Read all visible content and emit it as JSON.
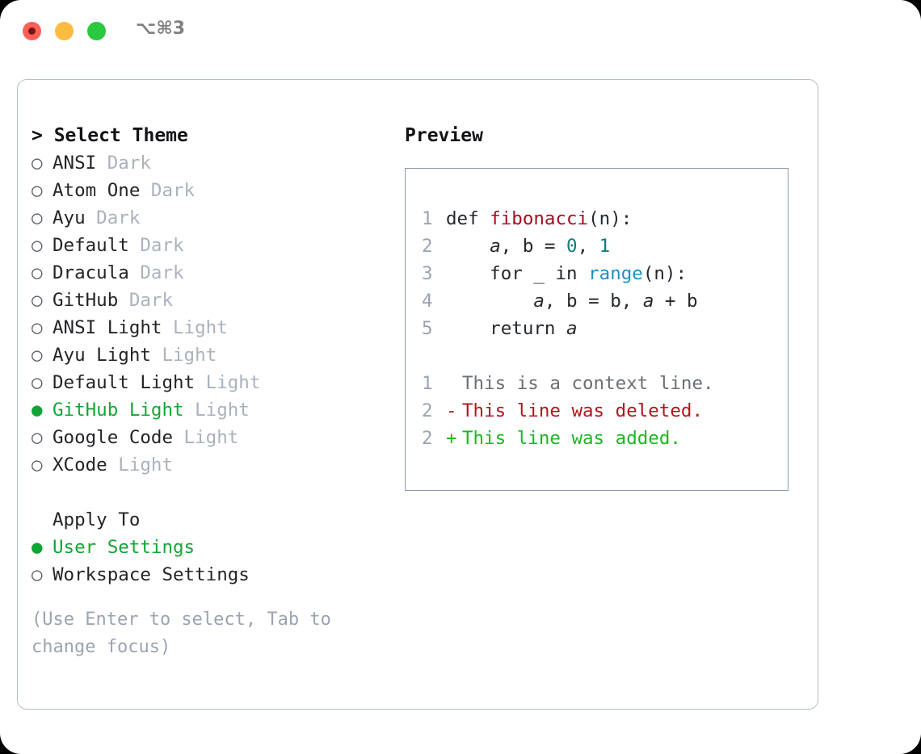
{
  "window": {
    "shortcut": "⌥⌘3",
    "traffic_lights": [
      "close",
      "minimize",
      "maximize"
    ],
    "colors": {
      "close": "#fb6058",
      "minimize": "#fcbc40",
      "maximize": "#2ac93f",
      "accent_green": "#14a637",
      "muted": "#aab2bd",
      "panel_border": "#b6bfcc",
      "preview_border": "#8b99a8"
    }
  },
  "theme_picker": {
    "heading": "> Select Theme",
    "heading_marker": ">",
    "heading_text": "Select Theme",
    "bullet_unselected": "○",
    "bullet_selected": "●",
    "items": [
      {
        "name": "ANSI",
        "variant": "Dark",
        "selected": false
      },
      {
        "name": "Atom One",
        "variant": "Dark",
        "selected": false
      },
      {
        "name": "Ayu",
        "variant": "Dark",
        "selected": false
      },
      {
        "name": "Default",
        "variant": "Dark",
        "selected": false
      },
      {
        "name": "Dracula",
        "variant": "Dark",
        "selected": false
      },
      {
        "name": "GitHub",
        "variant": "Dark",
        "selected": false
      },
      {
        "name": "ANSI Light",
        "variant": "Light",
        "selected": false
      },
      {
        "name": "Ayu Light",
        "variant": "Light",
        "selected": false
      },
      {
        "name": "Default Light",
        "variant": "Light",
        "selected": false
      },
      {
        "name": "GitHub Light",
        "variant": "Light",
        "selected": true
      },
      {
        "name": "Google Code",
        "variant": "Light",
        "selected": false
      },
      {
        "name": "XCode",
        "variant": "Light",
        "selected": false
      }
    ]
  },
  "apply_to": {
    "label": "Apply To",
    "options": [
      {
        "name": "User Settings",
        "selected": true
      },
      {
        "name": "Workspace Settings",
        "selected": false
      }
    ]
  },
  "hint": "(Use Enter to select, Tab to change focus)",
  "preview": {
    "title": "Preview",
    "code_lines": [
      {
        "n": "1",
        "parts": [
          {
            "t": "def ",
            "c": "plain"
          },
          {
            "t": "fibonacci",
            "c": "fn"
          },
          {
            "t": "(n):",
            "c": "plain"
          }
        ]
      },
      {
        "n": "2",
        "parts": [
          {
            "t": "    ",
            "c": "plain"
          },
          {
            "t": "a",
            "c": "var"
          },
          {
            "t": ", b = ",
            "c": "plain"
          },
          {
            "t": "0",
            "c": "num"
          },
          {
            "t": ", ",
            "c": "plain"
          },
          {
            "t": "1",
            "c": "num"
          }
        ]
      },
      {
        "n": "3",
        "parts": [
          {
            "t": "    for _ in ",
            "c": "plain"
          },
          {
            "t": "range",
            "c": "builtin"
          },
          {
            "t": "(n):",
            "c": "plain"
          }
        ]
      },
      {
        "n": "4",
        "parts": [
          {
            "t": "        ",
            "c": "plain"
          },
          {
            "t": "a",
            "c": "var"
          },
          {
            "t": ", b = b, ",
            "c": "plain"
          },
          {
            "t": "a",
            "c": "var"
          },
          {
            "t": " + b",
            "c": "plain"
          }
        ]
      },
      {
        "n": "5",
        "parts": [
          {
            "t": "    return ",
            "c": "plain"
          },
          {
            "t": "a",
            "c": "var"
          }
        ]
      }
    ],
    "diff_lines": [
      {
        "n": "1",
        "marker": " ",
        "text": "This is a context line.",
        "kind": "context"
      },
      {
        "n": "2",
        "marker": "-",
        "text": "This line was deleted.",
        "kind": "deleted"
      },
      {
        "n": "2",
        "marker": "+",
        "text": "This line was added.",
        "kind": "added"
      }
    ]
  }
}
